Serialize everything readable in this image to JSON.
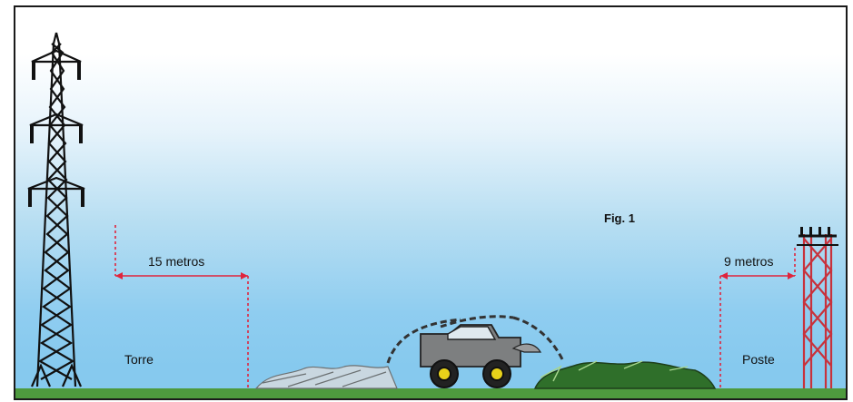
{
  "figure": {
    "label": "Fig. 1"
  },
  "tower": {
    "label": "Torre",
    "distance_label": "15 metros"
  },
  "pole": {
    "label": "Poste",
    "distance_label": "9 metros"
  },
  "colors": {
    "structure": "#111111",
    "pole": "#c8323c",
    "dimension": "#e0243c",
    "ground": "#4e9a3e",
    "vehicle": "#7d7f80",
    "wheel": "#e8d21a",
    "slash": "#2f6f2a"
  },
  "icons": [
    "transmission-tower-icon",
    "utility-pole-icon",
    "forestry-machine-icon"
  ]
}
